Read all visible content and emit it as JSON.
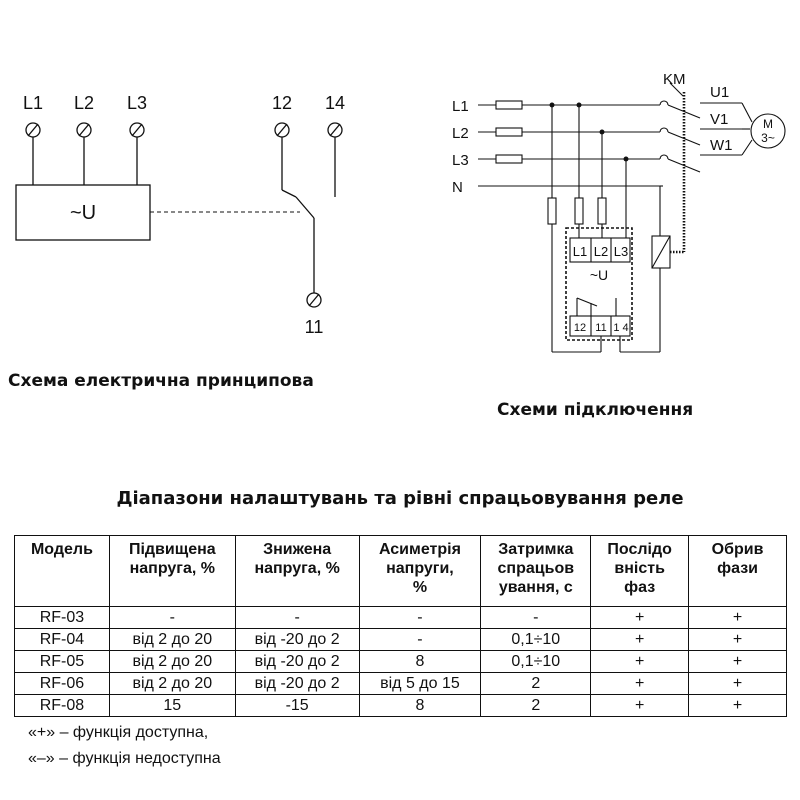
{
  "principal": {
    "terminals": [
      "L1",
      "L2",
      "L3",
      "12",
      "14",
      "11"
    ],
    "box_label": "~U",
    "caption": "Схема електрична принципова"
  },
  "connection": {
    "lines": [
      "L1",
      "L2",
      "L3",
      "N"
    ],
    "contactor": "KM",
    "motor_phases": [
      "U1",
      "V1",
      "W1"
    ],
    "motor_label": "M",
    "motor_sub": "3~",
    "relay_inputs": [
      "L1",
      "L2",
      "L3"
    ],
    "relay_label": "~U",
    "relay_outputs": [
      "12",
      "11",
      "1 4"
    ],
    "caption": "Схеми підключення"
  },
  "table": {
    "title": "Діапазони налаштувань та рівні спрацьовування реле",
    "headers": [
      [
        "Модель"
      ],
      [
        "Підвищена",
        "напруга, %"
      ],
      [
        "Знижена",
        "напруга, %"
      ],
      [
        "Асиметрія",
        "напруги,",
        "%"
      ],
      [
        "Затримка",
        "спрацьов",
        "ування, с"
      ],
      [
        "Послідо",
        "вність",
        "фаз"
      ],
      [
        "Обрив",
        "фази"
      ]
    ],
    "rows": [
      [
        "RF-03",
        "-",
        "-",
        "-",
        "-",
        "+",
        "+"
      ],
      [
        "RF-04",
        "від 2 до 20",
        "від -20 до 2",
        "-",
        "0,1÷10",
        "+",
        "+"
      ],
      [
        "RF-05",
        "від 2 до 20",
        "від -20 до 2",
        "8",
        "0,1÷10",
        "+",
        "+"
      ],
      [
        "RF-06",
        "від 2 до 20",
        "від -20 до 2",
        "від 5 до 15",
        "2",
        "+",
        "+"
      ],
      [
        "RF-08",
        "15",
        "-15",
        "8",
        "2",
        "+",
        "+"
      ]
    ]
  },
  "legend": {
    "plus": "«+» – функція доступна,",
    "minus": "«–» – функція недоступна"
  }
}
